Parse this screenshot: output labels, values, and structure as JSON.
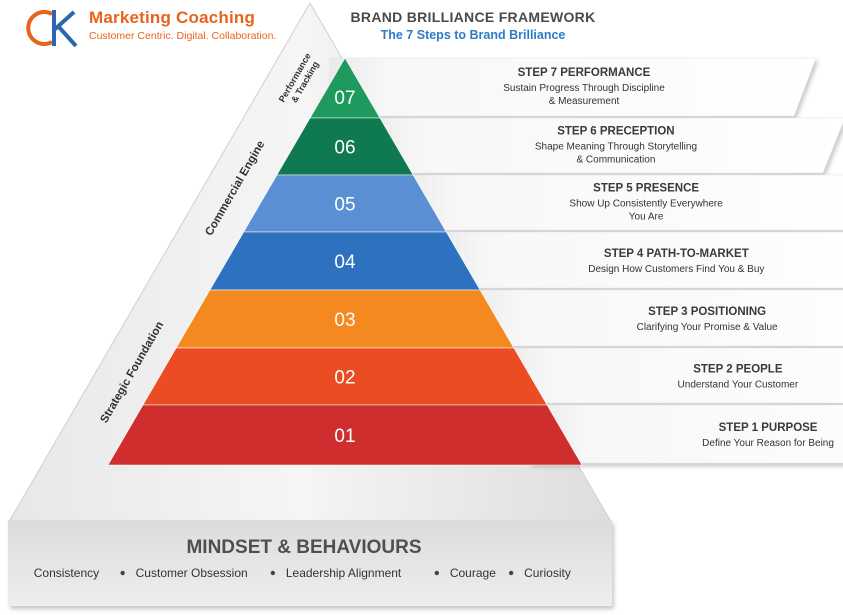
{
  "logo": {
    "monogram": "CK",
    "name": "Marketing Coaching",
    "tagline": "Customer Centric. Digital. Collaboration."
  },
  "framework": {
    "title": "BRAND BRILLIANCE FRAMEWORK",
    "subtitle": "The 7 Steps to Brand Brilliance"
  },
  "side_labels": {
    "performance_line1": "Performance",
    "performance_line2": "& Tracking",
    "commercial": "Commercial Engine",
    "strategic": "Strategic Foundation"
  },
  "steps": [
    {
      "number": "07",
      "title": "STEP 7 PERFORMANCE",
      "line1": "Sustain Progress Through Discipline",
      "line2": "& Measurement",
      "color": "#1f9a5e"
    },
    {
      "number": "06",
      "title": "STEP 6 PRECEPTION",
      "line1": "Shape Meaning Through Storytelling",
      "line2": "& Communication",
      "color": "#0f7a4f"
    },
    {
      "number": "05",
      "title": "STEP 5 PRESENCE",
      "line1": "Show Up Consistently Everywhere",
      "line2": "You Are",
      "color": "#5b8fd3"
    },
    {
      "number": "04",
      "title": "STEP 4 PATH-TO-MARKET",
      "line1": "Design How Customers Find You & Buy",
      "line2": "",
      "color": "#2e72bf"
    },
    {
      "number": "03",
      "title": "STEP 3 POSITIONING",
      "line1": "Clarifying Your Promise & Value",
      "line2": "",
      "color": "#f4891f"
    },
    {
      "number": "02",
      "title": "STEP 2 PEOPLE",
      "line1": "Understand Your Customer",
      "line2": "",
      "color": "#ea4d24"
    },
    {
      "number": "01",
      "title": "STEP 1  PURPOSE",
      "line1": "Define Your Reason for Being",
      "line2": "",
      "color": "#cf2e2e"
    }
  ],
  "mindset": {
    "title": "MINDSET & BEHAVIOURS",
    "items": [
      "Consistency",
      "Customer Obsession",
      "Leadership Alignment",
      "Courage",
      "Curiosity"
    ]
  }
}
